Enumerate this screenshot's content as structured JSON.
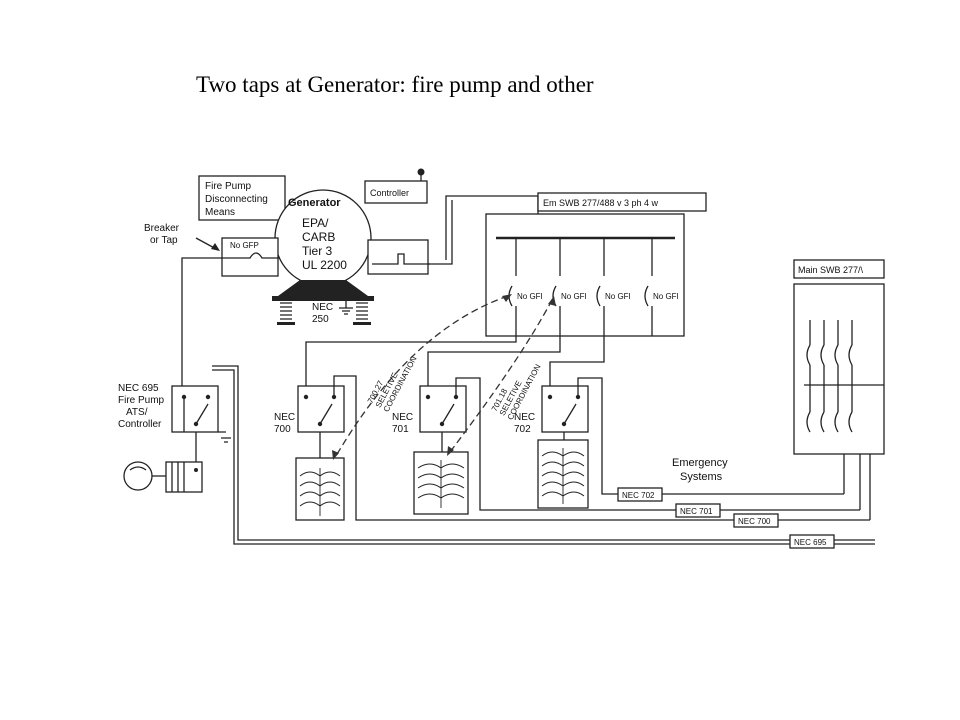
{
  "title": "Two taps at Generator:  fire pump and other",
  "diagram": {
    "fire_pump_disconnect": [
      "Fire Pump",
      "Disconnecting",
      "Means"
    ],
    "controller": "Controller",
    "generator": [
      "Generator",
      "EPA/",
      "CARB",
      "Tier 3",
      "UL 2200"
    ],
    "breaker": [
      "Breaker",
      "or Tap"
    ],
    "no_gfp": "No GFP",
    "nec250": [
      "NEC",
      "250"
    ],
    "em_swb": "Em SWB 277/488 v 3 ph 4 w",
    "no_gfi": "No GFI",
    "main_swb": "Main SWB 277/\\",
    "nec695_ats": [
      "NEC 695",
      "Fire Pump",
      "ATS/",
      "Controller"
    ],
    "nec700": [
      "NEC",
      "700"
    ],
    "nec701": [
      "NEC",
      "701"
    ],
    "nec702": [
      "NEC",
      "702"
    ],
    "sel_coord_1": [
      "700.27",
      "SELETIVE",
      "COORDINATION"
    ],
    "sel_coord_2": [
      "701.18",
      "SELETIVE",
      "COORDINATION"
    ],
    "emergency": [
      "Emergency",
      "Systems"
    ],
    "bus_labels": [
      "NEC 702",
      "NEC 701",
      "NEC 700",
      "NEC 695"
    ]
  }
}
